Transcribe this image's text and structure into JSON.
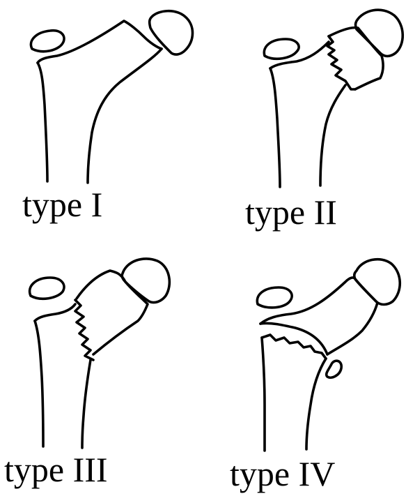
{
  "figure": {
    "panels": [
      {
        "label": "type I"
      },
      {
        "label": "type II"
      },
      {
        "label": "type III"
      },
      {
        "label": "type IV"
      }
    ]
  }
}
